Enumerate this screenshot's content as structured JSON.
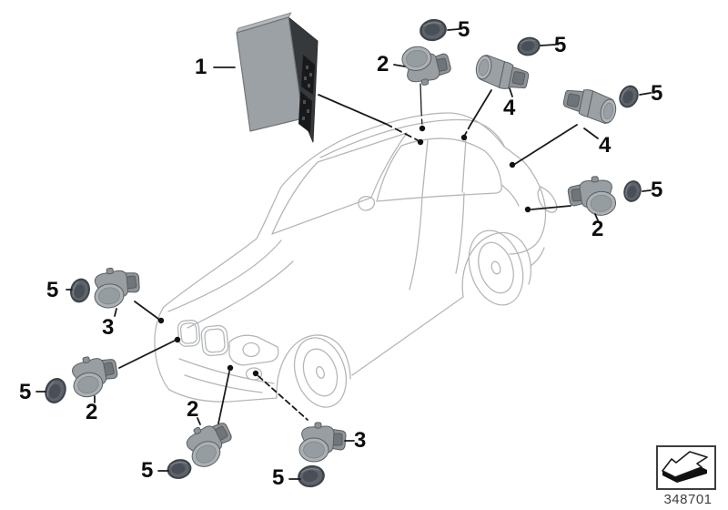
{
  "diagram": {
    "description": "Park distance control sensor exploded parts diagram",
    "part_number": "348701",
    "callouts": [
      {
        "label": "1"
      },
      {
        "label": "2"
      },
      {
        "label": "5"
      },
      {
        "label": "4"
      },
      {
        "label": "5"
      },
      {
        "label": "4"
      },
      {
        "label": "5"
      },
      {
        "label": "2"
      },
      {
        "label": "5"
      },
      {
        "label": "3"
      },
      {
        "label": "5"
      },
      {
        "label": "2"
      },
      {
        "label": "5"
      },
      {
        "label": "2"
      },
      {
        "label": "5"
      },
      {
        "label": "3"
      },
      {
        "label": "5"
      }
    ]
  },
  "icons": {
    "thumbnail": "installation-direction-arrow-icon"
  },
  "colors": {
    "background": "#ffffff",
    "car_line": "#b4b7ba",
    "leader_line": "#1a1a1b",
    "callout_text": "#0d0d0d",
    "sensor_body": "#969da1",
    "sensor_face": "#aab0b4",
    "grommet_outer": "#3f444b",
    "grommet_inner": "#5d636b",
    "module_front": "#9ba1a5",
    "module_side": "#36393c",
    "part_number_text": "#3e3e3e"
  }
}
